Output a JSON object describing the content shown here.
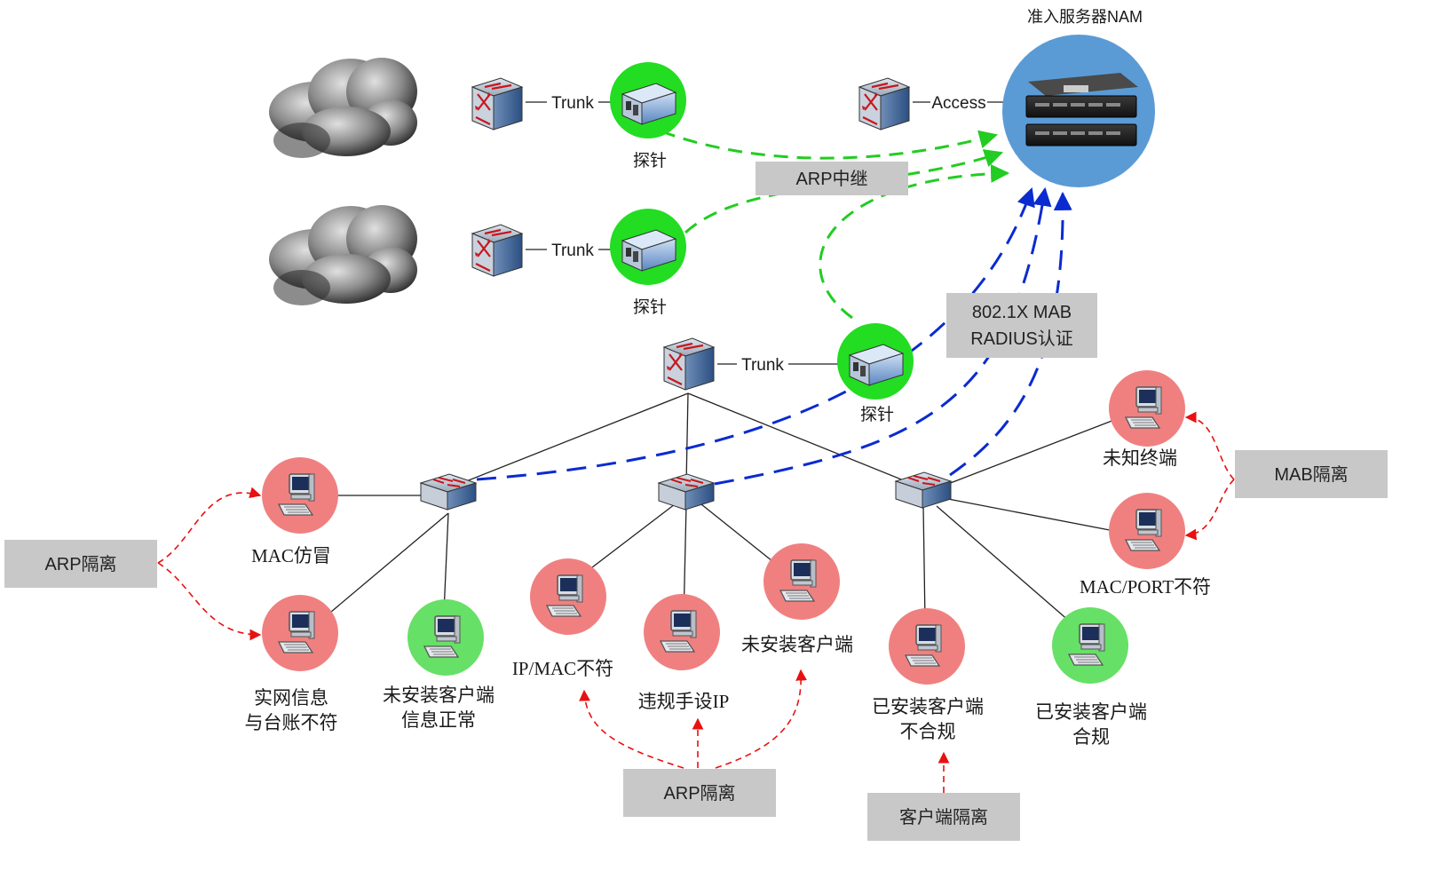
{
  "server": {
    "title": "准入服务器NAM"
  },
  "links": {
    "trunk": "Trunk",
    "access": "Access"
  },
  "probe_label": "探针",
  "boxes": {
    "arp_relay": "ARP中继",
    "auth_line1": "802.1X MAB",
    "auth_line2": "RADIUS认证",
    "mab_isolation": "MAB隔离",
    "arp_isolation_left": "ARP隔离",
    "arp_isolation_bottom": "ARP隔离",
    "client_isolation": "客户端隔离"
  },
  "terminals": {
    "mac_spoof": "MAC仿冒",
    "real_net_1": "实网信息",
    "real_net_2": "与台账不符",
    "no_client_ok_1": "未安装客户端",
    "no_client_ok_2": "信息正常",
    "ip_mac_mismatch": "IP/MAC不符",
    "illegal_ip": "违规手设IP",
    "no_client": "未安装客户端",
    "installed_bad_1": "已安装客户端",
    "installed_bad_2": "不合规",
    "installed_ok_1": "已安装客户端",
    "installed_ok_2": "合规",
    "unknown": "未知终端",
    "mac_port_mismatch": "MAC/PORT不符"
  },
  "colors": {
    "red_node": "#f08080",
    "green_node": "#66e066",
    "probe_green": "#22dd22",
    "server_blue": "#5b9bd5",
    "green_dash": "#22cc22",
    "blue_dash": "#0a2bd0",
    "red_dash": "#e81010",
    "label_box": "#c8c8c8"
  }
}
